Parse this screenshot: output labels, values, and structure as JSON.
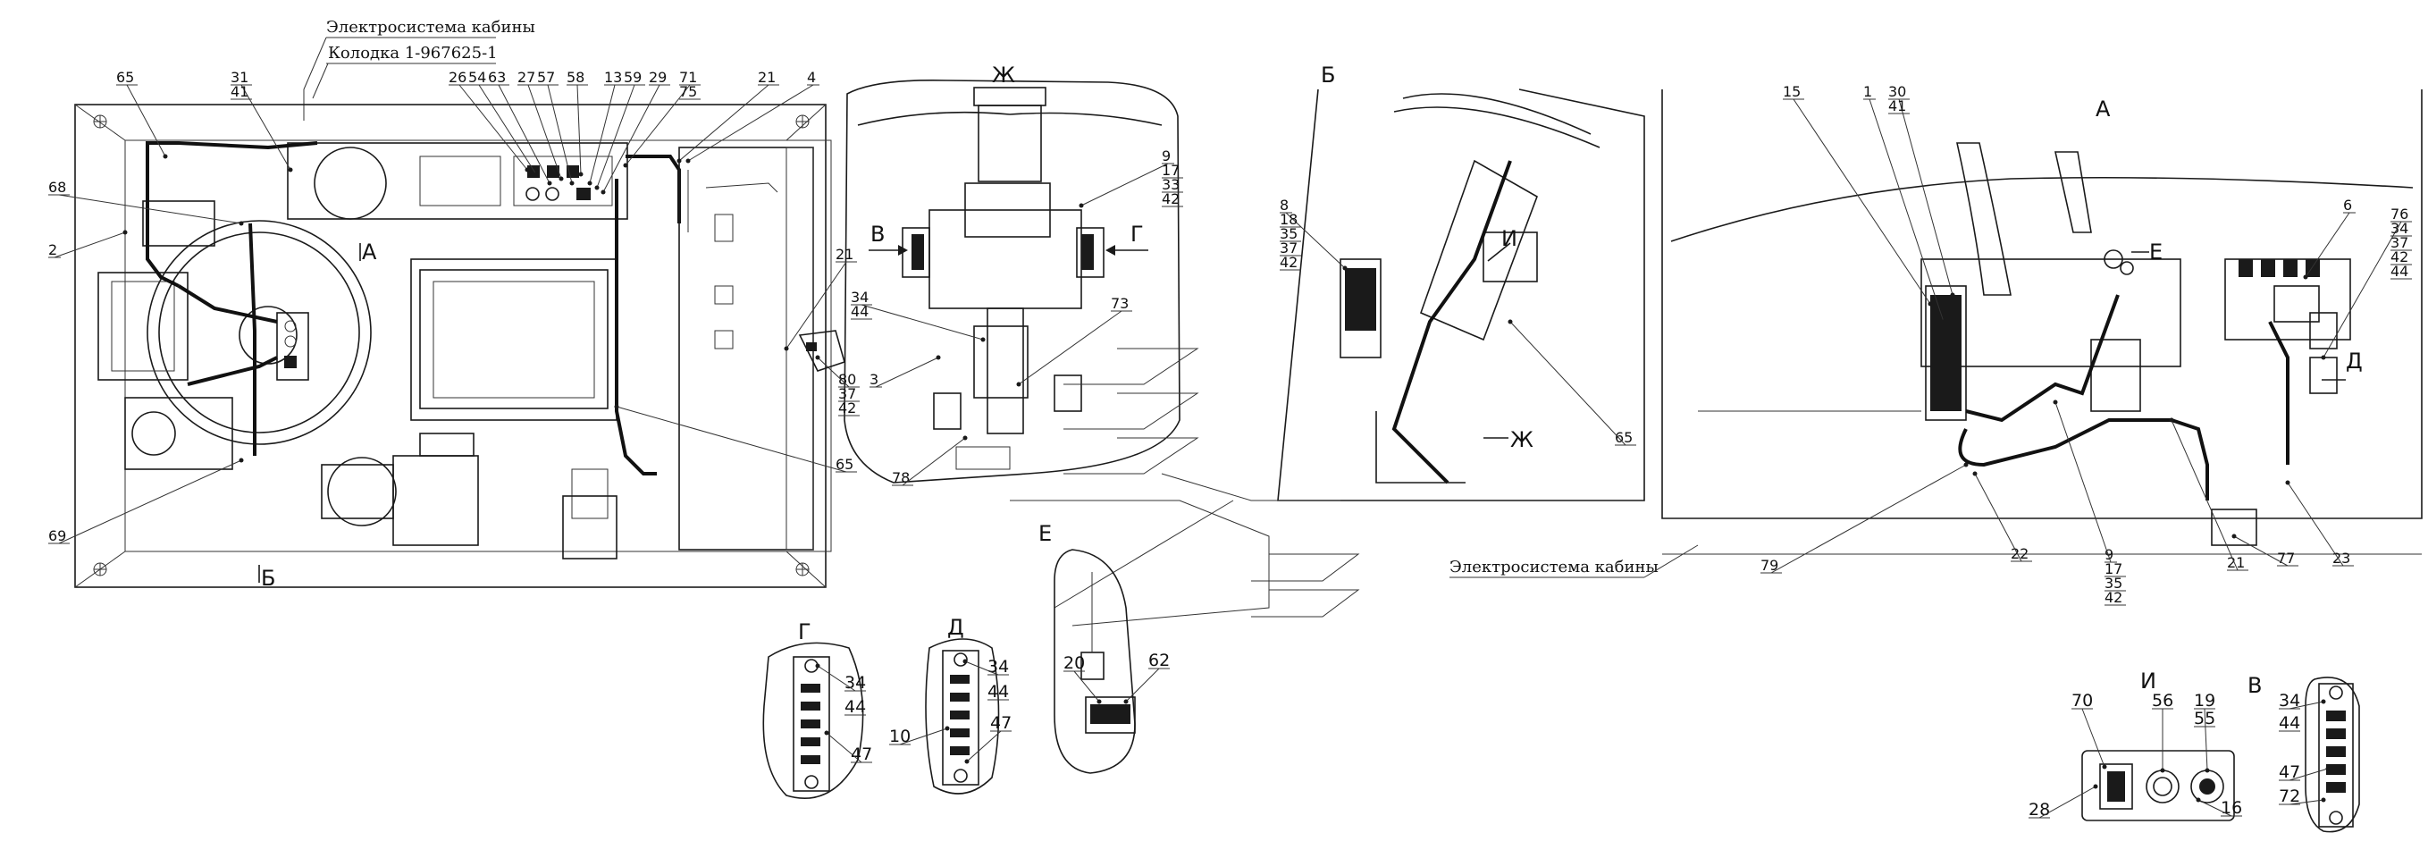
{
  "header": {
    "cab_electrical": "Электросистема кабины",
    "connector": "Колодка 1-967625-1"
  },
  "bottom_caption": "Электросистема кабины",
  "view_letters": {
    "A": "А",
    "B": "Б",
    "V": "В",
    "G": "Г",
    "D": "Д",
    "E": "Е",
    "Zh": "Ж",
    "I": "И"
  },
  "callouts": [
    {
      "id": "c1",
      "text": "65"
    },
    {
      "id": "c2",
      "text": "31"
    },
    {
      "id": "c3",
      "text": "41"
    },
    {
      "id": "c4",
      "text": "26"
    },
    {
      "id": "c5",
      "text": "54"
    },
    {
      "id": "c6",
      "text": "63"
    },
    {
      "id": "c7",
      "text": "27"
    },
    {
      "id": "c8",
      "text": "57"
    },
    {
      "id": "c9",
      "text": "58"
    },
    {
      "id": "c10",
      "text": "13"
    },
    {
      "id": "c11",
      "text": "59"
    },
    {
      "id": "c12",
      "text": "29"
    },
    {
      "id": "c13",
      "text": "71"
    },
    {
      "id": "c14",
      "text": "75"
    },
    {
      "id": "c15",
      "text": "21"
    },
    {
      "id": "c16",
      "text": "4"
    },
    {
      "id": "c17",
      "text": "68"
    },
    {
      "id": "c18",
      "text": "2"
    },
    {
      "id": "c19",
      "text": "69"
    },
    {
      "id": "c20",
      "text": "65"
    },
    {
      "id": "c21",
      "text": "21"
    },
    {
      "id": "c22",
      "text": "80"
    },
    {
      "id": "c23",
      "text": "37"
    },
    {
      "id": "c24",
      "text": "42"
    },
    {
      "id": "c25",
      "text": "9"
    },
    {
      "id": "c26",
      "text": "17"
    },
    {
      "id": "c27",
      "text": "33"
    },
    {
      "id": "c28",
      "text": "42"
    },
    {
      "id": "c29",
      "text": "73"
    },
    {
      "id": "c30",
      "text": "34"
    },
    {
      "id": "c31",
      "text": "44"
    },
    {
      "id": "c32",
      "text": "3"
    },
    {
      "id": "c33",
      "text": "78"
    },
    {
      "id": "c34",
      "text": "8"
    },
    {
      "id": "c35",
      "text": "18"
    },
    {
      "id": "c36",
      "text": "35"
    },
    {
      "id": "c37",
      "text": "37"
    },
    {
      "id": "c38",
      "text": "42"
    },
    {
      "id": "c39",
      "text": "65"
    },
    {
      "id": "c40",
      "text": "15"
    },
    {
      "id": "c41",
      "text": "1"
    },
    {
      "id": "c42",
      "text": "30"
    },
    {
      "id": "c43",
      "text": "41"
    },
    {
      "id": "c44",
      "text": "6"
    },
    {
      "id": "c45",
      "text": "76"
    },
    {
      "id": "c46",
      "text": "34"
    },
    {
      "id": "c47",
      "text": "37"
    },
    {
      "id": "c48",
      "text": "42"
    },
    {
      "id": "c49",
      "text": "44"
    },
    {
      "id": "c50",
      "text": "79"
    },
    {
      "id": "c51",
      "text": "22"
    },
    {
      "id": "c52",
      "text": "9"
    },
    {
      "id": "c53",
      "text": "17"
    },
    {
      "id": "c54",
      "text": "35"
    },
    {
      "id": "c55",
      "text": "42"
    },
    {
      "id": "c56",
      "text": "21"
    },
    {
      "id": "c57",
      "text": "77"
    },
    {
      "id": "c58",
      "text": "23"
    },
    {
      "id": "c59",
      "text": "34"
    },
    {
      "id": "c60",
      "text": "44"
    },
    {
      "id": "c61",
      "text": "47"
    },
    {
      "id": "c62",
      "text": "34"
    },
    {
      "id": "c63",
      "text": "44"
    },
    {
      "id": "c64",
      "text": "10"
    },
    {
      "id": "c65",
      "text": "47"
    },
    {
      "id": "c66",
      "text": "20"
    },
    {
      "id": "c67",
      "text": "62"
    },
    {
      "id": "c68",
      "text": "70"
    },
    {
      "id": "c69",
      "text": "56"
    },
    {
      "id": "c70",
      "text": "19"
    },
    {
      "id": "c71",
      "text": "55"
    },
    {
      "id": "c72",
      "text": "28"
    },
    {
      "id": "c73",
      "text": "16"
    },
    {
      "id": "c74",
      "text": "34"
    },
    {
      "id": "c75",
      "text": "44"
    },
    {
      "id": "c76",
      "text": "47"
    },
    {
      "id": "c77",
      "text": "72"
    }
  ]
}
